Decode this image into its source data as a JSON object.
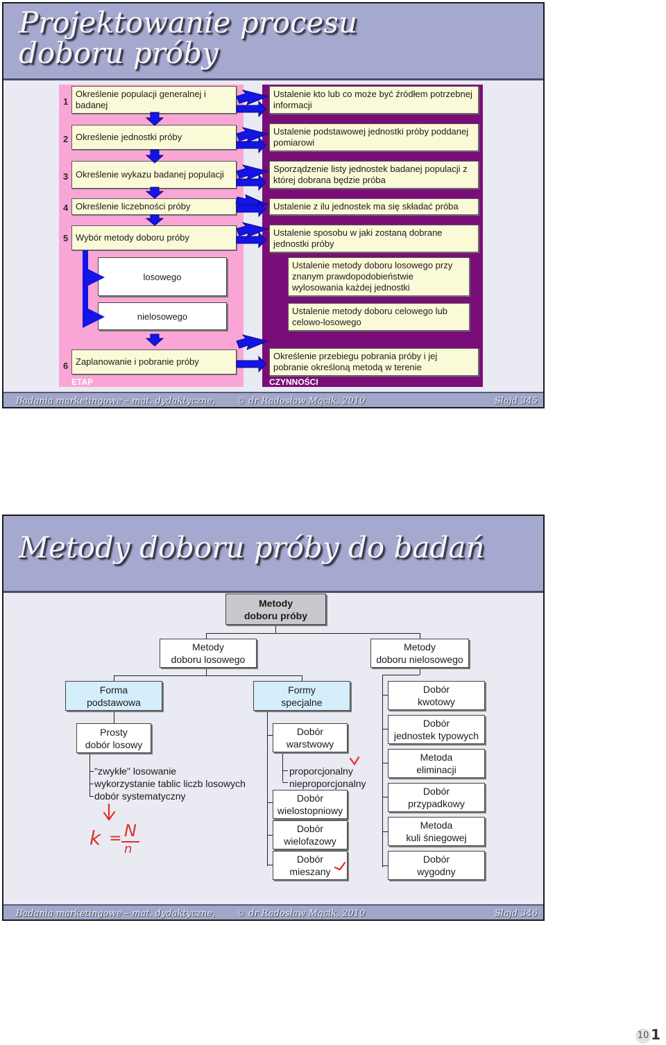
{
  "slide1": {
    "title_line1": "Projektowanie procesu",
    "title_line2": "doboru próby",
    "stages": [
      {
        "num": "1",
        "label": "Określenie populacji generalnej i badanej"
      },
      {
        "num": "2",
        "label": "Określenie jednostki próby"
      },
      {
        "num": "3",
        "label": "Określenie wykazu badanej populacji"
      },
      {
        "num": "4",
        "label": "Określenie liczebności próby"
      },
      {
        "num": "5",
        "label": "Wybór metody doboru próby"
      },
      {
        "num": "6",
        "label": "Zaplanowanie i pobranie próby"
      }
    ],
    "sub_stages": [
      "losowego",
      "nielosowego"
    ],
    "actions": [
      "Ustalenie kto lub co może być źródłem potrzebnej informacji",
      "Ustalenie podstawowej jednostki próby poddanej pomiarowi",
      "Sporządzenie listy jednostek badanej populacji z której dobrana będzie próba",
      "Ustalenie z ilu jednostek ma się składać próba",
      "Ustalenie sposobu w jaki zostaną dobrane jednostki próby",
      "Ustalenie metody doboru losowego przy znanym prawdopodobieństwie wylosowania każdej jednostki",
      "Ustalenie metody doboru celowego lub celowo-losowego",
      "Określenie przebiegu pobrania próby i jej pobranie określoną metodą w terenie"
    ],
    "col_label_left": "ETAP",
    "col_label_right": "CZYNNOŚCI",
    "footer_left": "Badania marketingowe – mat. dydaktyczne,",
    "footer_mid": "© dr Radosław Mącik, 2010",
    "footer_right": "Slajd 345"
  },
  "slide2": {
    "title": "Metody doboru próby do badań",
    "root": {
      "line1": "Metody",
      "line2": "doboru próby"
    },
    "level1": [
      {
        "line1": "Metody",
        "line2": "doboru losowego"
      },
      {
        "line1": "Metody",
        "line2": "doboru nielosowego"
      }
    ],
    "forma": {
      "line1": "Forma",
      "line2": "podstawowa"
    },
    "formy": {
      "line1": "Formy",
      "line2": "specjalne"
    },
    "prosty": {
      "line1": "Prosty",
      "line2": "dobór losowy"
    },
    "prosty_items": [
      "\"zwykłe\" losowanie",
      "wykorzystanie tablic liczb losowych",
      "dobór systematyczny"
    ],
    "warstwowy": {
      "line1": "Dobór",
      "line2": "warstwowy"
    },
    "warstwowy_items": [
      "proporcjonalny",
      "nieproporcjonalny"
    ],
    "special_rest": [
      {
        "line1": "Dobór",
        "line2": "wielostopniowy"
      },
      {
        "line1": "Dobór",
        "line2": "wielofazowy"
      },
      {
        "line1": "Dobór",
        "line2": "mieszany"
      }
    ],
    "nonrandom": [
      {
        "line1": "Dobór",
        "line2": "kwotowy"
      },
      {
        "line1": "Dobór",
        "line2": "jednostek typowych"
      },
      {
        "line1": "Metoda",
        "line2": "eliminacji"
      },
      {
        "line1": "Dobór",
        "line2": "przypadkowy"
      },
      {
        "line1": "Metoda",
        "line2": "kuli śniegowej"
      },
      {
        "line1": "Dobór",
        "line2": "wygodny"
      }
    ],
    "handwriting": {
      "k": "k",
      "eq": "=",
      "n_upper": "N",
      "n_lower": "n"
    },
    "footer_left": "Badania marketingowe – mat. dydaktyczne,",
    "footer_mid": "© dr Radosław Mącik, 2010",
    "footer_right": "Slajd 346"
  },
  "page_number": "10",
  "page_number_suffix": "1"
}
